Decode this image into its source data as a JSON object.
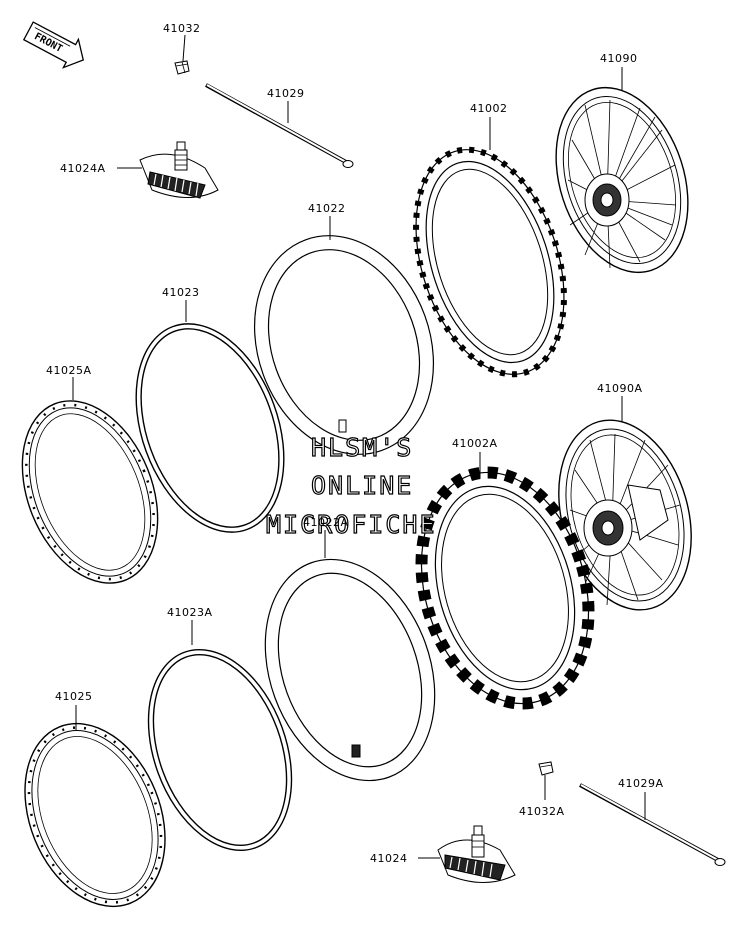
{
  "front_badge": "FRONT",
  "watermark": {
    "line1": "HLSM'S",
    "line2": "ONLINE",
    "line3": "MICROFICHE"
  },
  "labels": {
    "p41032": "41032",
    "p41029": "41029",
    "p41024A": "41024A",
    "p41002": "41002",
    "p41090": "41090",
    "p41022": "41022",
    "p41023": "41023",
    "p41025A": "41025A",
    "p41090A": "41090A",
    "p41002A": "41002A",
    "p41022A": "41022A",
    "p41023A": "41023A",
    "p41025": "41025",
    "p41029A": "41029A",
    "p41032A": "41032A",
    "p41024": "41024"
  }
}
